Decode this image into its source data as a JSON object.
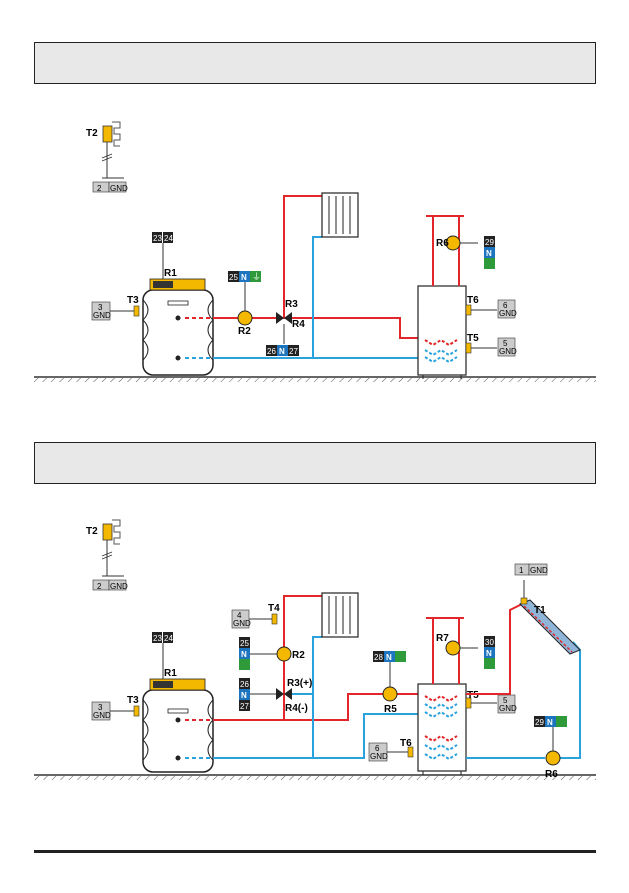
{
  "panels": [
    {
      "id": "top",
      "labels": {
        "t2": "T2",
        "t2_term_a": "2",
        "t2_term_b": "GND",
        "r1": "R1",
        "r1_term_a": "23",
        "r1_term_b": "24",
        "t3": "T3",
        "t3_term_a": "3",
        "t3_term_b": "GND",
        "r2": "R2",
        "r2_term_a": "25",
        "r2_term_n": "N",
        "r3": "R3",
        "r4": "R4",
        "r34_term_a": "26",
        "r34_term_n": "N",
        "r34_term_b": "27",
        "r6": "R6",
        "r6_term_a": "29",
        "r6_term_n": "N",
        "t6": "T6",
        "t6_term_a": "6",
        "t6_term_b": "GND",
        "t5": "T5",
        "t5_term_a": "5",
        "t5_term_b": "GND"
      }
    },
    {
      "id": "bottom",
      "labels": {
        "t2": "T2",
        "t2_term_a": "2",
        "t2_term_b": "GND",
        "r1": "R1",
        "r1_term_a": "23",
        "r1_term_b": "24",
        "t3": "T3",
        "t3_term_a": "3",
        "t3_term_b": "GND",
        "t4": "T4",
        "t4_term_a": "4",
        "t4_term_b": "GND",
        "r2": "R2",
        "r2_term_a": "25",
        "r2_term_n": "N",
        "r3": "R3(+)",
        "r4": "R4(-)",
        "r34_term_a": "26",
        "r34_term_n": "N",
        "r34_term_b": "27",
        "r5": "R5",
        "r5_term_a": "28",
        "r5_term_n": "N",
        "r7": "R7",
        "r7_term_a": "30",
        "r7_term_n": "N",
        "t5": "T5",
        "t5_term_a": "5",
        "t5_term_b": "GND",
        "t6": "T6",
        "t6_term_a": "6",
        "t6_term_b": "GND",
        "t1": "T1",
        "t1_term_a": "1",
        "t1_term_b": "GND",
        "r6": "R6",
        "r6_term_a": "29",
        "r6_term_n": "N"
      }
    }
  ],
  "colors": {
    "hot": "#e3262a",
    "cold": "#2aa3dc",
    "pump": "#f5b800",
    "neutral": "#1d74bf",
    "earth": "#2f9a3a",
    "sensor": "#f5b800"
  }
}
